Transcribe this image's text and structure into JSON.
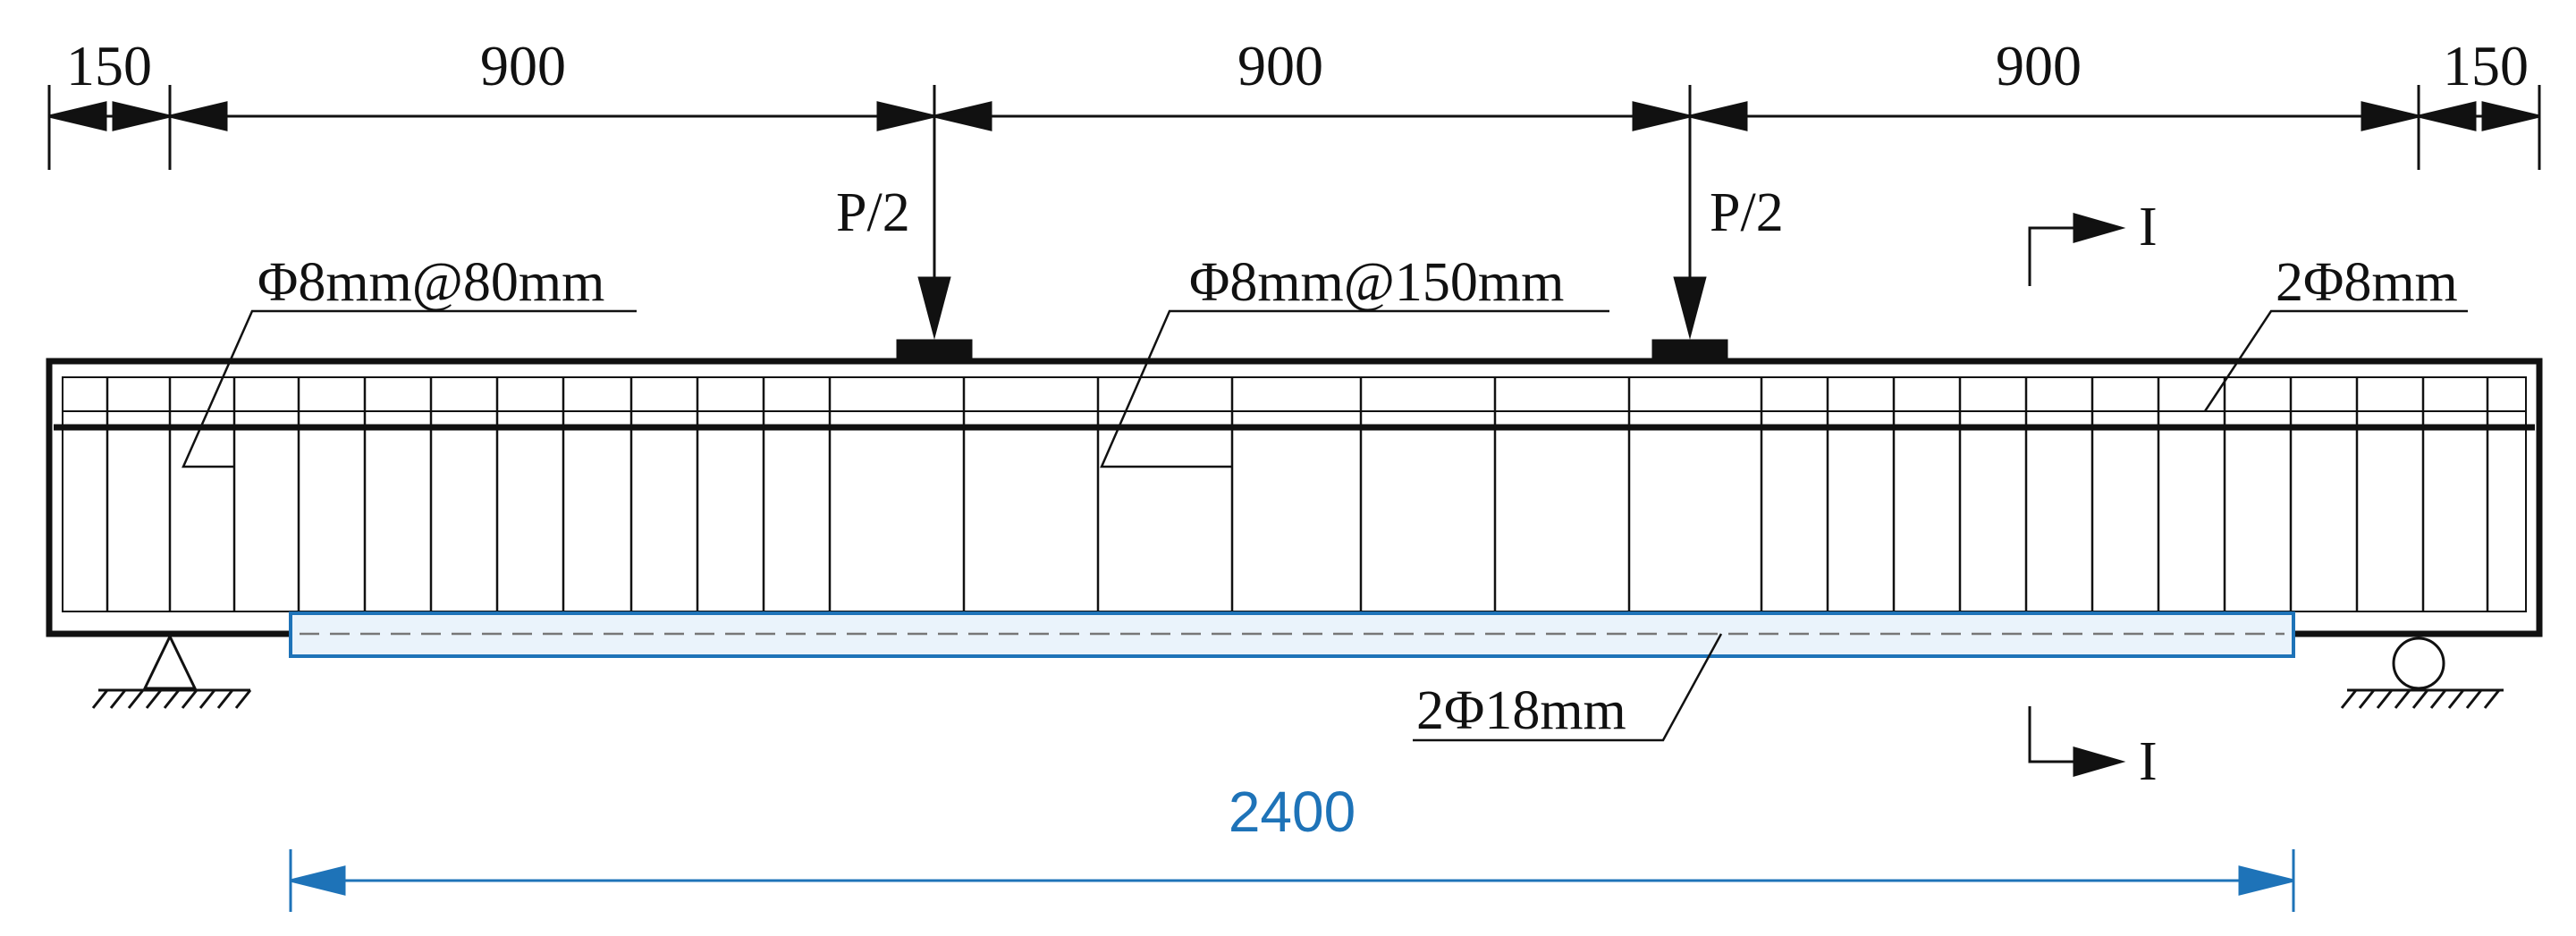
{
  "dimensions": {
    "top": [
      "150",
      "900",
      "900",
      "900",
      "150"
    ],
    "bottom": "2400"
  },
  "loads": {
    "left": "P/2",
    "right": "P/2"
  },
  "labels": {
    "stirrups_dense": "Φ8mm@80mm",
    "stirrups_sparse": "Φ8mm@150mm",
    "top_bars": "2Φ8mm",
    "bottom_bars": "2Φ18mm"
  },
  "section_marks": {
    "top": "I",
    "bottom": "I"
  },
  "colors": {
    "line": "#111111",
    "cfrp_strip": "#1e73b8",
    "cfrp_fill": "#eaf3fb",
    "dim_blue": "#1e73b8"
  }
}
